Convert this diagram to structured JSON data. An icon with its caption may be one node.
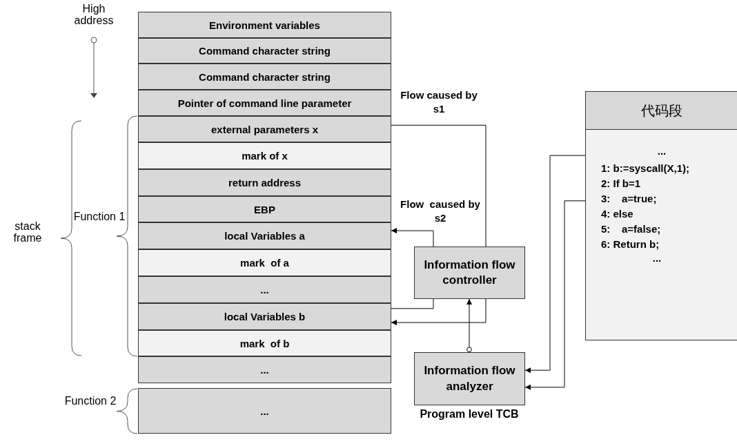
{
  "diagram": {
    "nodes": [
      {
        "text": [
          "Environment variables"
        ]
      },
      {
        "text": [
          "Command character string"
        ]
      },
      {
        "text": [
          "Command character string"
        ]
      },
      {
        "text": [
          "Pointer of command line parameter"
        ]
      },
      {
        "text": [
          "external parameters x"
        ]
      },
      {
        "text": [
          "mark of x"
        ]
      },
      {
        "text": [
          "return address"
        ]
      },
      {
        "text": [
          "EBP"
        ]
      },
      {
        "text": [
          "local Variables a"
        ]
      },
      {
        "text": [
          "mark  of a"
        ]
      },
      {
        "text": [
          "..."
        ]
      },
      {
        "text": [
          "local Variables b"
        ]
      },
      {
        "text": [
          "mark  of b"
        ]
      },
      {
        "text": [
          "..."
        ]
      },
      {
        "text": [
          "..."
        ]
      },
      {
        "text": [
          "Information flow controller"
        ]
      },
      {
        "text": [
          "Information flow analyzer"
        ],
        "beside": [
          "Program level TCB"
        ]
      },
      {
        "text": [
          "代码段",
          "...",
          "1: b:=syscall(X,1);",
          "2: If b=1",
          "3:    a=true;",
          "4: else",
          "5:    a=false;",
          "6: Return b;",
          "..."
        ]
      }
    ],
    "edges": [
      {
        "from": 4,
        "to": 15,
        "arrow": "none",
        "label": "Flow caused by s1"
      },
      {
        "from": 15,
        "to": 11,
        "arrow": "to"
      },
      {
        "from": 11,
        "to": 15,
        "arrow": "none"
      },
      {
        "from": 15,
        "to": 8,
        "arrow": "to",
        "label": "Flow  caused by s2"
      },
      {
        "from": 16,
        "to": 15,
        "arrow": "to"
      },
      {
        "from": 17,
        "to": 16,
        "arrow": "to"
      },
      {
        "from": 17,
        "to": 16,
        "arrow": "to"
      }
    ],
    "labels": [
      "High address",
      "stack frame",
      "Function 1",
      "Function 2"
    ]
  }
}
